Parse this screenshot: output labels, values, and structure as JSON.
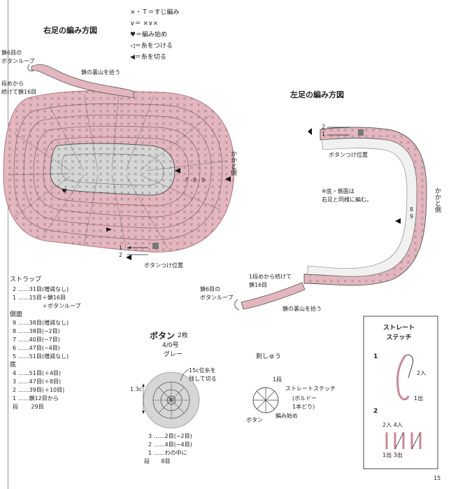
{
  "right_foot": {
    "title": "右足の編み方図",
    "legend": [
      {
        "sym": "×・Ｔ",
        "text": "＝すじ編み"
      },
      {
        "sym": "∨",
        "text": "＝ ×∨×"
      },
      {
        "sym": "♥",
        "text": "＝編み始め"
      },
      {
        "sym": "◁",
        "text": "＝糸をつける"
      },
      {
        "sym": "◀",
        "text": "＝糸を切る"
      }
    ],
    "loop_label": "鎖6目の\nボタンループ",
    "continue_label": "段めから\n続けて鎖16目",
    "back_bump_label": "鎖の裏山を拾う",
    "heel_label": "かかと側",
    "button_pos_label": "ボタンつけ位置",
    "row_labels": [
      "1",
      "2"
    ],
    "round_numbers": [
      "7",
      "8",
      "9"
    ]
  },
  "left_foot": {
    "title": "左足の編み方図",
    "button_pos_label": "ボタンつけ位置",
    "note": "※底・側面は\n右足と同様に編む。",
    "heel_label": "かかと側",
    "continue_label": "1段めから続けて\n鎖16目",
    "loop_label": "鎖6目の\nボタンループ",
    "back_bump_label": "鎖の裏山を拾う",
    "row_labels": [
      "2",
      "1"
    ],
    "round_numbers": [
      "9",
      "8"
    ]
  },
  "rows_table": {
    "sections": [
      {
        "heading": "ストラップ",
        "rows": [
          {
            "n": "2",
            "text": "……31目(増減なし)"
          },
          {
            "n": "1",
            "text": "……15目＋鎖16目"
          },
          {
            "n": "",
            "text": "＋ボタンループ"
          }
        ]
      },
      {
        "heading": "側面",
        "rows": [
          {
            "n": "9",
            "text": "……38目(増減なし)"
          },
          {
            "n": "8",
            "text": "……38目(−2目)"
          },
          {
            "n": "7",
            "text": "……40目(−7目)"
          },
          {
            "n": "6",
            "text": "……47目(−4目)"
          },
          {
            "n": "5",
            "text": "……51目(増減なし)"
          }
        ]
      },
      {
        "heading": "底",
        "rows": [
          {
            "n": "4",
            "text": "……51目(＋4目)"
          },
          {
            "n": "3",
            "text": "……47目(＋8目)"
          },
          {
            "n": "2",
            "text": "……39目(＋10目)"
          },
          {
            "n": "1",
            "text": "……鎖12目から"
          },
          {
            "n": "段",
            "text": "29目"
          }
        ]
      }
    ]
  },
  "button": {
    "title": "ボタン",
    "count": "2枚",
    "hook": "4/0号",
    "color": "グレー",
    "thread_note": "15c位糸を\n残して切る",
    "size": "1.3c",
    "center_label": "わ",
    "rows": [
      {
        "n": "3",
        "text": "……2目(−2目)"
      },
      {
        "n": "2",
        "text": "……4目(−4目)"
      },
      {
        "n": "1",
        "text": "……わの中に"
      },
      {
        "n": "段",
        "text": "8目"
      }
    ]
  },
  "embroidery": {
    "title": "刺しゅう",
    "row_label": "1段",
    "stitch_label": "ストレートステッチ",
    "stitch_detail": "(ボルドー\n1本どり)",
    "button_label": "ボタン",
    "start_label": "編み始め"
  },
  "straight_stitch": {
    "title": "ストレート\nステッチ",
    "step1": "1",
    "step1_in": "2入",
    "step1_out": "1出",
    "step2": "2",
    "step2_in": "2入 4入",
    "step2_out": "1出 3出"
  },
  "page_number": "15",
  "colors": {
    "pink": "#e4b6bf",
    "pink_dark": "#c98896",
    "gray": "#d6d6d6",
    "line": "#555555",
    "ink": "#222222"
  }
}
